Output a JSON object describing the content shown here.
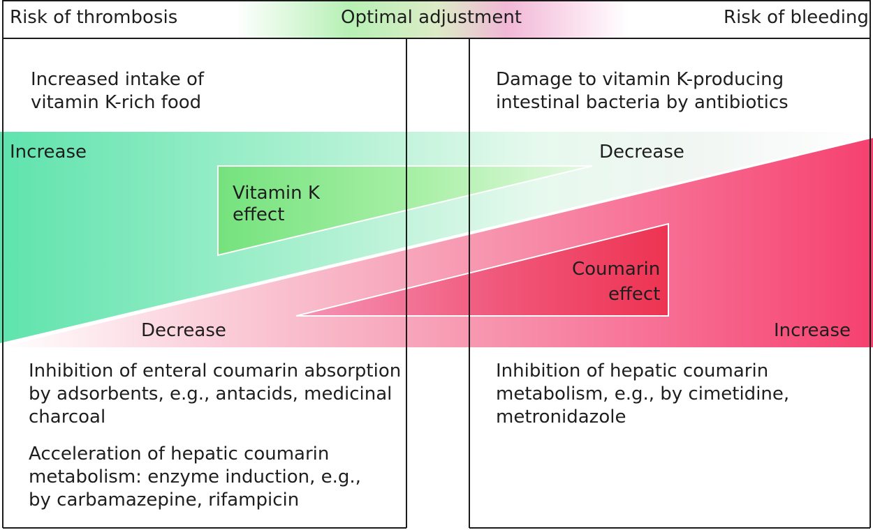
{
  "header": {
    "left": "Risk of thrombosis",
    "center": "Optimal adjustment",
    "right": "Risk of bleeding"
  },
  "top_left": {
    "lines": [
      "Increased intake of",
      "vitamin K-rich food"
    ]
  },
  "top_right": {
    "lines": [
      "Damage to vitamin K-producing",
      "intestinal bacteria by antibiotics"
    ]
  },
  "vitamin_k": {
    "label_increase": "Increase",
    "label_decrease": "Decrease",
    "effect_lines": [
      "Vitamin K",
      "effect"
    ]
  },
  "coumarin": {
    "label_decrease": "Decrease",
    "label_increase": "Increase",
    "effect_lines": [
      "Coumarin",
      "effect"
    ]
  },
  "bottom_left": {
    "paragraph1": [
      "Inhibition of enteral coumarin absorption",
      "by adsorbents, e.g., antacids, medicinal",
      "charcoal"
    ],
    "paragraph2": [
      "Acceleration of hepatic coumarin",
      "metabolism: enzyme induction, e.g.,",
      "by carbamazepine, rifampicin"
    ]
  },
  "bottom_right": {
    "paragraph1": [
      "Inhibition of hepatic coumarin",
      "metabolism, e.g., by cimetidine,",
      "metronidazole"
    ]
  },
  "colors": {
    "green_strong": "#5fe3ad",
    "green_effect": "#7be37f",
    "pink_strong": "#f5416f",
    "red_effect": "#ef3556",
    "line": "#1a1a1a"
  }
}
